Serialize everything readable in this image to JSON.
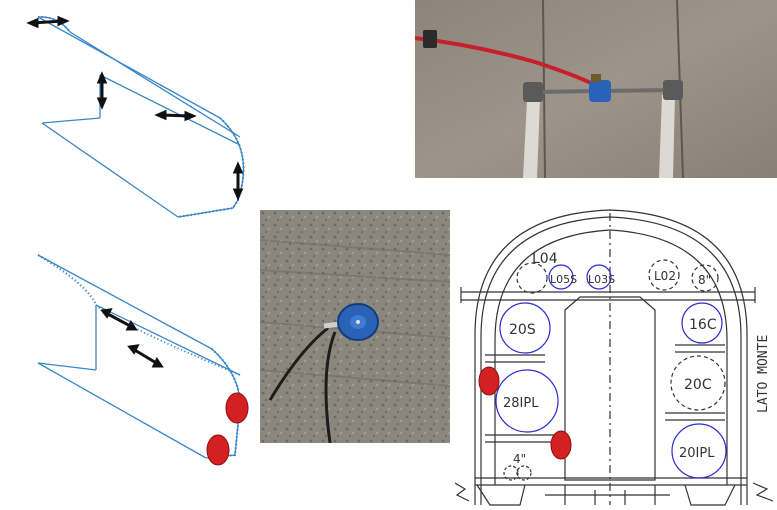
{
  "colors": {
    "tunnel_line": "#3a86c8",
    "arrow": "#111111",
    "marker_red": "#d42020",
    "drawing_line": "#333333",
    "circle_blue": "#2b2bd0",
    "cable_red": "#c8202a",
    "sensor_blue": "#2a62b8"
  },
  "photos": {
    "wall_sensor": {
      "icon": "strain-gauge-photo"
    },
    "ground_sensor": {
      "icon": "pressure-cell-photo"
    }
  },
  "section_drawing": {
    "side_label": "LATO MONTE",
    "pipes": [
      {
        "label": "L04",
        "dashed": true
      },
      {
        "label": "L05S",
        "dashed": false
      },
      {
        "label": "L03S",
        "dashed": false
      },
      {
        "label": "L02",
        "dashed": true
      },
      {
        "label": "8\"",
        "dashed": true
      },
      {
        "label": "20S",
        "dashed": false
      },
      {
        "label": "16C",
        "dashed": false
      },
      {
        "label": "28IPL",
        "dashed": false
      },
      {
        "label": "20C",
        "dashed": true
      },
      {
        "label": "20IPL",
        "dashed": false
      },
      {
        "label": "4\"",
        "dashed": true
      }
    ]
  }
}
